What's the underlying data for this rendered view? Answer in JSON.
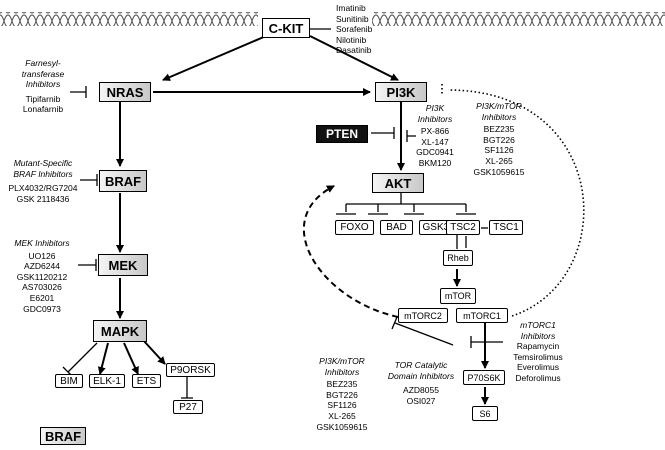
{
  "nodes": {
    "ckit": "C-KIT",
    "nras": "NRAS",
    "pi3k": "PI3K",
    "pten": "PTEN",
    "braf": "BRAF",
    "mek": "MEK",
    "mapk": "MAPK",
    "akt": "AKT",
    "foxo": "FOXO",
    "bad": "BAD",
    "gsk3": "GSK3α/β",
    "tsc2": "TSC2",
    "tsc1": "TSC1",
    "rheb": "Rheb",
    "mtor": "mTOR",
    "mtorc2": "mTORC2",
    "mtorc1": "mTORC1",
    "p70s6k": "P70S6K",
    "s6": "S6",
    "bim": "BIM",
    "elk1": "ELK-1",
    "ets": "ETS",
    "p90rsk": "P9ORSK",
    "p27": "P27",
    "legend_braf": "BRAF"
  },
  "drug_groups": {
    "ckit": {
      "header": "",
      "drugs": [
        "Imatinib",
        "Sunitinib",
        "Sorafenib",
        "Nilotinib",
        "Dasatinib"
      ]
    },
    "farnesyl": {
      "header": [
        "Farnesyl-",
        "transferase",
        "Inhibitors"
      ],
      "drugs": [
        "Tipifarnib",
        "Lonafarnib"
      ]
    },
    "braf": {
      "header": [
        "Mutant-Specific",
        "BRAF Inhibitors"
      ],
      "drugs": [
        "PLX4032/RG7204",
        "GSK 2118436"
      ]
    },
    "mek": {
      "header": [
        "MEK Inhibitors"
      ],
      "drugs": [
        "UO126",
        "AZD6244",
        "GSK1120212",
        "AS703026",
        "E6201",
        "GDC0973"
      ]
    },
    "pi3k": {
      "header": [
        "PI3K",
        "Inhibitors"
      ],
      "drugs": [
        "PX-866",
        "XL-147",
        "GDC0941",
        "BKM120"
      ]
    },
    "pi3k_mtor_top": {
      "header": [
        "PI3K/mTOR",
        "Inhibitors"
      ],
      "drugs": [
        "BEZ235",
        "BGT226",
        "SF1126",
        "XL-265",
        "GSK1059615"
      ]
    },
    "pi3k_mtor_bottom": {
      "header": [
        "PI3K/mTOR",
        "Inhibitors"
      ],
      "drugs": [
        "BEZ235",
        "BGT226",
        "SF1126",
        "XL-265",
        "GSK1059615"
      ]
    },
    "tor_catalytic": {
      "header": [
        "TOR Catalytic",
        "Domain Inhibitors"
      ],
      "drugs": [
        "AZD8055",
        "OSI027"
      ]
    },
    "mtorc1": {
      "header": [
        "mTORC1",
        "Inhibitors"
      ],
      "drugs": [
        "Rapamycin",
        "Temsirolimus",
        "Everolimus",
        "Deforolimus"
      ]
    }
  }
}
